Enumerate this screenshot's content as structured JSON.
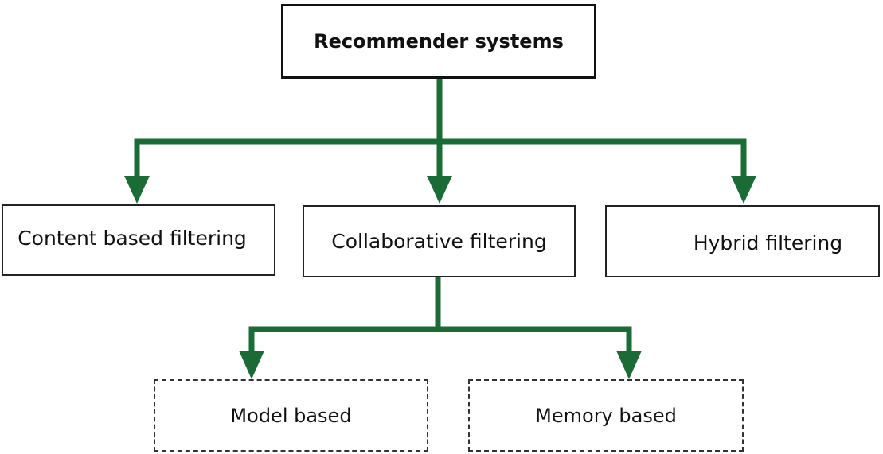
{
  "diagram": {
    "root": "Recommender systems",
    "level1": [
      "Content based filtering",
      "Collaborative filtering",
      "Hybrid filtering"
    ],
    "level2": [
      "Model based",
      "Memory based"
    ],
    "arrow_color": "#1a6b35"
  }
}
